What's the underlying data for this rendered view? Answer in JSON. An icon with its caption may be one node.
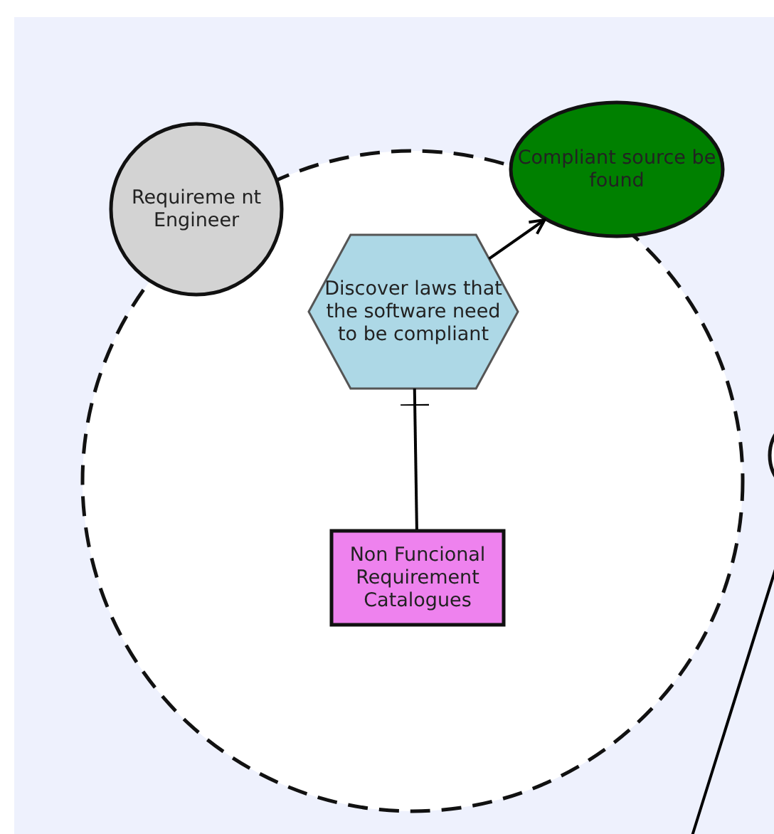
{
  "diagram": {
    "nodes": [
      {
        "text": [
          "Requireme nt Engineer"
        ]
      },
      {
        "text": [],
        "shape": "circle"
      },
      {
        "text": [
          "Discover laws that the software need to be compliant"
        ],
        "in": 1
      },
      {
        "text": [
          "Compliant source be found"
        ]
      },
      {
        "text": [
          "Non Funcional Requirement Catalogues"
        ],
        "in": 1
      },
      {
        "text": [],
        "shape": "circle"
      }
    ],
    "edges": [
      {
        "from": 2,
        "to": 3,
        "arrow": "to"
      },
      {
        "from": 4,
        "to": 2,
        "arrow": "other"
      },
      {
        "from": null,
        "to": 5,
        "arrow": "none"
      }
    ]
  }
}
